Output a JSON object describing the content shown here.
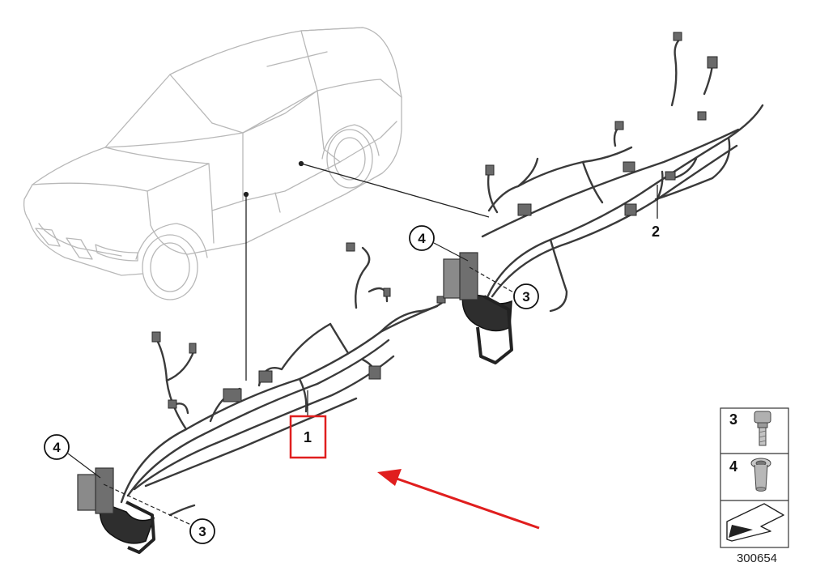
{
  "callouts": {
    "part_1": "1",
    "part_2": "2",
    "rear_bolt": "3",
    "rear_grommet": "4",
    "front_bolt": "3",
    "front_grommet": "4"
  },
  "legend": {
    "bolt_number": "3",
    "grommet_number": "4"
  },
  "reference_number": "300654",
  "colors": {
    "highlight": "#e01e1e",
    "car_outline": "#b8b8b8",
    "harness": "#3a3a3a"
  },
  "icons": [
    "car-outline",
    "wiring-harness",
    "bolt-icon",
    "grommet-icon",
    "direction-arrow-icon"
  ]
}
